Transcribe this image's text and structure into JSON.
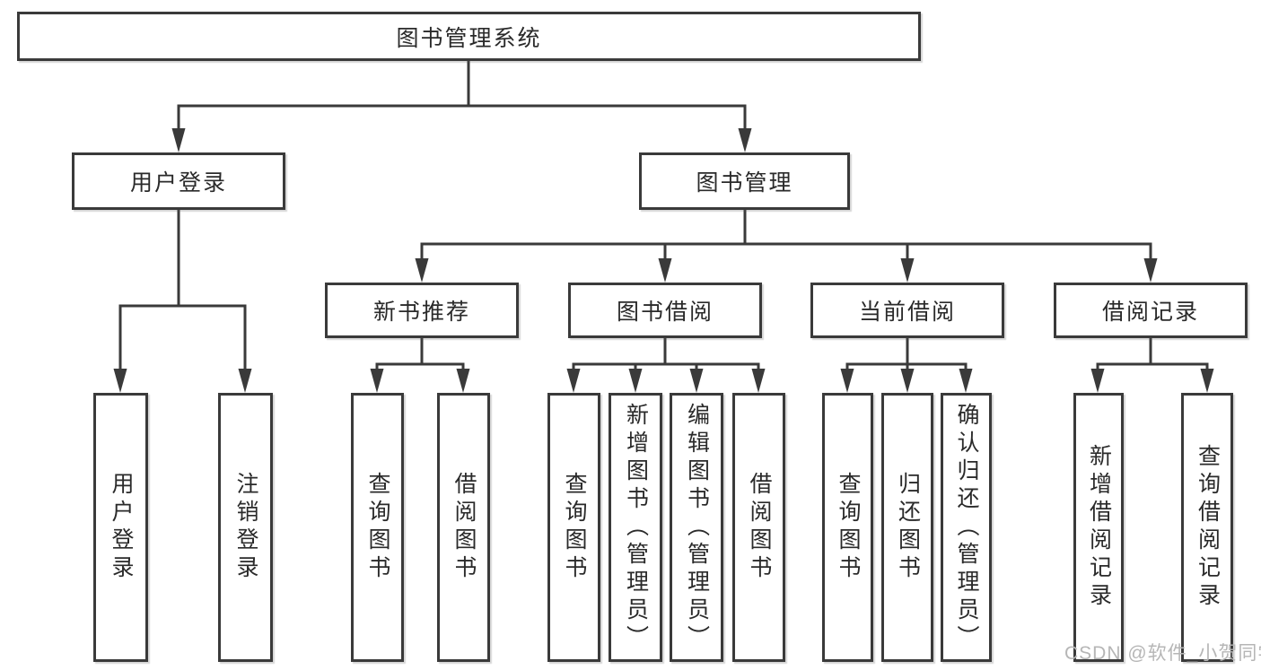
{
  "tree": {
    "root": {
      "label": "图书管理系统"
    },
    "branches": [
      {
        "label": "用户登录",
        "leaves": [
          "用户登录",
          "注销登录"
        ]
      },
      {
        "label": "图书管理",
        "children": [
          {
            "label": "新书推荐",
            "leaves": [
              "查询图书",
              "借阅图书"
            ]
          },
          {
            "label": "图书借阅",
            "leaves": [
              "查询图书",
              "新增图书（管理员）",
              "编辑图书（管理员）",
              "借阅图书"
            ]
          },
          {
            "label": "当前借阅",
            "leaves": [
              "查询图书",
              "归还图书",
              "确认归还（管理员）"
            ]
          },
          {
            "label": "借阅记录",
            "leaves": [
              "新增借阅记录",
              "查询借阅记录"
            ]
          }
        ]
      }
    ]
  },
  "watermark": "CSDN @软件_小贺同学",
  "colors": {
    "line": "#3a3a3a",
    "box_border": "#3a3a3a",
    "text": "#2a2a2a",
    "watermark": "#b6b6b6",
    "background": "#ffffff"
  }
}
